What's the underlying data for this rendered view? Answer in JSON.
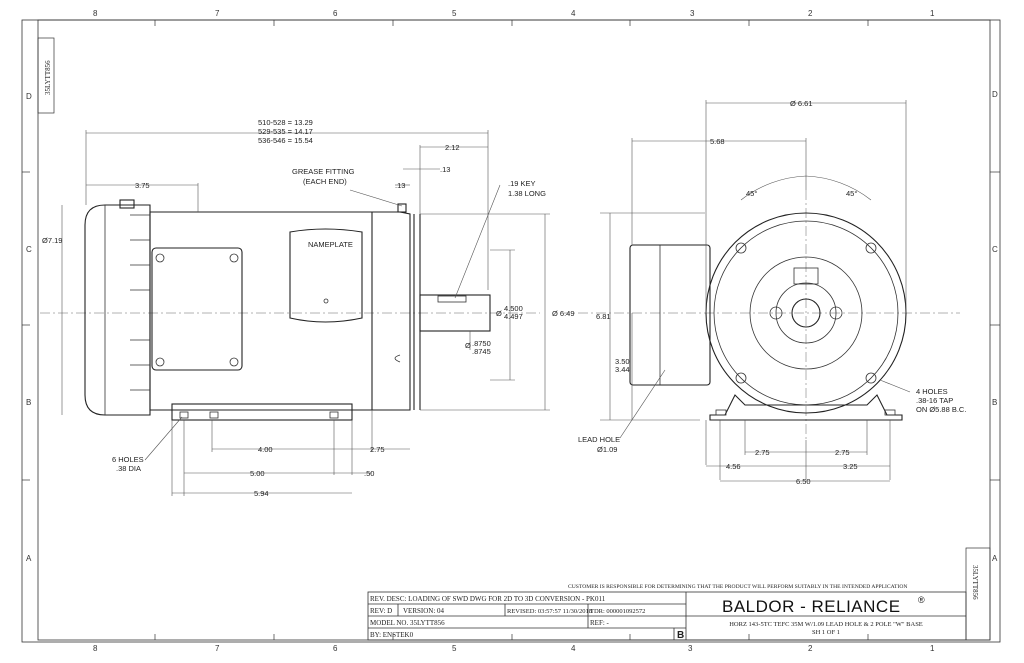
{
  "border": {
    "columns": [
      "8",
      "7",
      "6",
      "5",
      "4",
      "3",
      "2",
      "1"
    ],
    "rows": [
      "D",
      "C",
      "B",
      "A"
    ]
  },
  "drawing_id_top": "35LYTT856",
  "drawing_id_side": "35LYTT856",
  "side_view": {
    "overall_1": "510-528 = 13.29",
    "overall_2": "529-535 = 14.17",
    "overall_3": "536-546 = 15.54",
    "dim_212": "2.12",
    "dim_13a": ".13",
    "dim_13b": ".13",
    "dim_375": "3.75",
    "dim_719": "Ø7.19",
    "grease_1": "GREASE FITTING",
    "grease_2": "(EACH END)",
    "nameplate": "NAMEPLATE",
    "key_1": ".19 KEY",
    "key_2": "1.38 LONG",
    "pilot_1": "4.500",
    "pilot_2": "4.497",
    "pilot_prefix": "Ø",
    "shaft_prefix": "Ø",
    "shaft_1": ".8750",
    "shaft_2": ".8745",
    "dim_649": "Ø 6.49",
    "holes_1": "6 HOLES",
    "holes_2": ".38 DIA",
    "dim_400": "4.00",
    "dim_275": "2.75",
    "dim_500": "5.00",
    "dim_50": ".50",
    "dim_594": "5.94"
  },
  "end_view": {
    "dim_661": "Ø 6.61",
    "dim_568": "5.68",
    "angle_1": "45°",
    "angle_2": "45°",
    "dim_681": "6.81",
    "dim_350": "3.50",
    "dim_344": "3.44",
    "taps_1": "4 HOLES",
    "taps_2": ".38-16 TAP",
    "taps_3": "ON Ø5.88 B.C.",
    "lead_1": "LEAD HOLE",
    "lead_2": "Ø1.09",
    "dim_275a": "2.75",
    "dim_275b": "2.75",
    "dim_456": "4.56",
    "dim_325": "3.25",
    "dim_650": "6.50"
  },
  "title_block": {
    "disclaimer": "CUSTOMER IS RESPONSIBLE FOR DETERMINING THAT THE PRODUCT WILL PERFORM SUITABLY IN THE INTENDED APPLICATION",
    "rev_desc": "REV. DESC: LOADING OF SWD DWG FOR 2D TO 3D CONVERSION - PK011",
    "rev": "REV:  D",
    "version": "VERSION:  04",
    "revised": "REVISED:  03:57:57 11/30/2018",
    "tdr": "TDR:  000001092572",
    "model": "MODEL NO.   35LYTT856",
    "ref": "REF:   -",
    "by": "BY: ENSTEK0",
    "size": "B",
    "company": "BALDOR - RELIANCE",
    "reg": "®",
    "desc_1": "HORZ 143-5TC TEFC 35M W/1.09  LEAD HOLE & 2 POLE \"W\" BASE",
    "desc_2": "SH 1 OF 1"
  }
}
